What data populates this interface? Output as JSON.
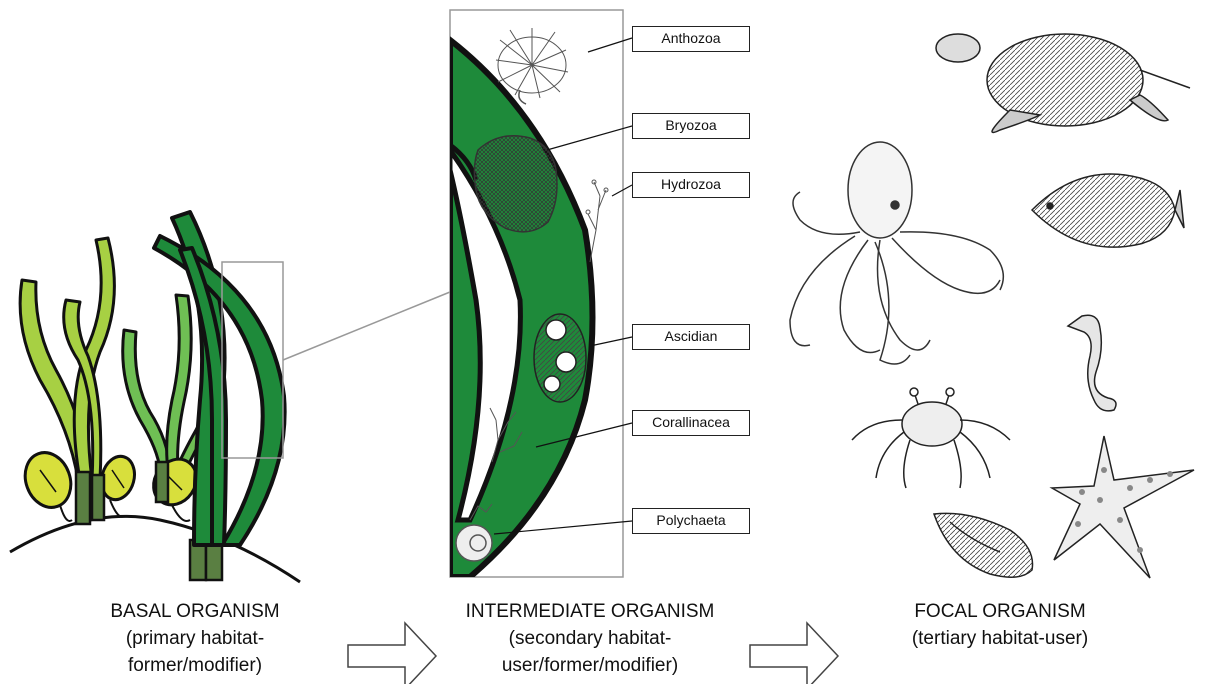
{
  "taxa": [
    "Anthozoa",
    "Bryozoa",
    "Hydrozoa",
    "Ascidian",
    "Corallinacea",
    "Polychaeta"
  ],
  "captions": {
    "basal": {
      "line1": "BASAL ORGANISM",
      "line2": "(primary habitat-",
      "line3": "former/modifier)"
    },
    "intermediate": {
      "line1": "INTERMEDIATE ORGANISM",
      "line2": "(secondary habitat-",
      "line3": "user/former/modifier)"
    },
    "focal": {
      "line1": "FOCAL ORGANISM",
      "line2": "(tertiary habitat-user)"
    }
  },
  "icons": [
    "seagrass-illustration",
    "seagrass-blade-detail",
    "sea-turtle-icon",
    "octopus-icon",
    "butterflyfish-icon",
    "seahorse-icon",
    "crab-icon",
    "starfish-icon",
    "sea-snail-icon",
    "arrow-right-icon"
  ],
  "colors": {
    "seagrass_dark": "#1e8a3a",
    "seagrass_light": "#a7d043",
    "seagrass_mid": "#6fbf54",
    "leaf_yellow": "#d8df3c",
    "outline": "#111111"
  }
}
